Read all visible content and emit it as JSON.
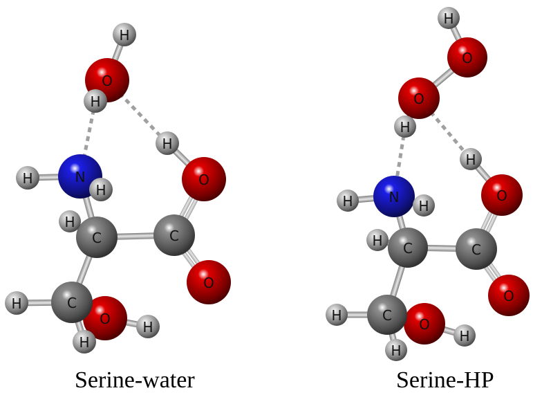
{
  "colors": {
    "carbon": "#8e8e8e",
    "oxygen": "#e00000",
    "nitrogen": "#1d1ee6",
    "hydrogen": "#d8d8d8",
    "bond": "#a9a9a9",
    "hbond": "#a0a0a0"
  },
  "molecules": [
    {
      "name": "Serine-water",
      "atoms": [
        {
          "id": "Ow",
          "el": "O",
          "label": "O"
        },
        {
          "id": "Hw1",
          "el": "H",
          "label": "H"
        },
        {
          "id": "Hw2",
          "el": "H",
          "label": "H"
        },
        {
          "id": "N",
          "el": "N",
          "label": "N"
        },
        {
          "id": "Hn1",
          "el": "H",
          "label": "H"
        },
        {
          "id": "Hn2",
          "el": "H",
          "label": "H"
        },
        {
          "id": "Ca",
          "el": "C",
          "label": "C"
        },
        {
          "id": "Ha",
          "el": "H",
          "label": "H"
        },
        {
          "id": "Cc",
          "el": "C",
          "label": "C"
        },
        {
          "id": "O1",
          "el": "O",
          "label": "O"
        },
        {
          "id": "Hc",
          "el": "H",
          "label": "H"
        },
        {
          "id": "O2",
          "el": "O",
          "label": "O"
        },
        {
          "id": "Cb",
          "el": "C",
          "label": "C"
        },
        {
          "id": "Hb1",
          "el": "H",
          "label": "H"
        },
        {
          "id": "Hb2",
          "el": "H",
          "label": "H"
        },
        {
          "id": "Os",
          "el": "O",
          "label": "O"
        },
        {
          "id": "Hs",
          "el": "H",
          "label": "H"
        }
      ],
      "bonds": [
        [
          "Ow",
          "Hw1"
        ],
        [
          "Ow",
          "Hw2"
        ],
        [
          "N",
          "Hn1"
        ],
        [
          "N",
          "Hn2"
        ],
        [
          "N",
          "Ca"
        ],
        [
          "Ca",
          "Ha"
        ],
        [
          "Ca",
          "Cc"
        ],
        [
          "Ca",
          "Cb"
        ],
        [
          "Cc",
          "O1"
        ],
        [
          "Cc",
          "O2"
        ],
        [
          "O1",
          "Hc"
        ],
        [
          "Cb",
          "Hb1"
        ],
        [
          "Cb",
          "Hb2"
        ],
        [
          "Cb",
          "Os"
        ],
        [
          "Os",
          "Hs"
        ]
      ],
      "double_bonds": [
        [
          "Cc",
          "O1"
        ],
        [
          "Cc",
          "O2"
        ]
      ],
      "hbonds": [
        [
          "Hw2",
          "N"
        ],
        [
          "Ow",
          "Hc"
        ]
      ]
    },
    {
      "name": "Serine-HP",
      "atoms": [
        {
          "id": "Hp1",
          "el": "H",
          "label": "H"
        },
        {
          "id": "Op1",
          "el": "O",
          "label": "O"
        },
        {
          "id": "Op2",
          "el": "O",
          "label": "O"
        },
        {
          "id": "Hp2",
          "el": "H",
          "label": "H"
        },
        {
          "id": "N",
          "el": "N",
          "label": "N"
        },
        {
          "id": "Hn1",
          "el": "H",
          "label": "H"
        },
        {
          "id": "Hn2",
          "el": "H",
          "label": "H"
        },
        {
          "id": "Ca",
          "el": "C",
          "label": "C"
        },
        {
          "id": "Ha",
          "el": "H",
          "label": "H"
        },
        {
          "id": "Cc",
          "el": "C",
          "label": "C"
        },
        {
          "id": "O1",
          "el": "O",
          "label": "O"
        },
        {
          "id": "Hc",
          "el": "H",
          "label": "H"
        },
        {
          "id": "O2",
          "el": "O",
          "label": "O"
        },
        {
          "id": "Cb",
          "el": "C",
          "label": "C"
        },
        {
          "id": "Hb1",
          "el": "H",
          "label": "H"
        },
        {
          "id": "Hb2",
          "el": "H",
          "label": "H"
        },
        {
          "id": "Os",
          "el": "O",
          "label": "O"
        },
        {
          "id": "Hs",
          "el": "H",
          "label": "H"
        }
      ],
      "bonds": [
        [
          "Hp1",
          "Op1"
        ],
        [
          "Op1",
          "Op2"
        ],
        [
          "Op2",
          "Hp2"
        ],
        [
          "N",
          "Hn1"
        ],
        [
          "N",
          "Hn2"
        ],
        [
          "N",
          "Ca"
        ],
        [
          "Ca",
          "Ha"
        ],
        [
          "Ca",
          "Cc"
        ],
        [
          "Ca",
          "Cb"
        ],
        [
          "Cc",
          "O1"
        ],
        [
          "Cc",
          "O2"
        ],
        [
          "O1",
          "Hc"
        ],
        [
          "Cb",
          "Hb1"
        ],
        [
          "Cb",
          "Hb2"
        ],
        [
          "Cb",
          "Os"
        ],
        [
          "Os",
          "Hs"
        ]
      ],
      "double_bonds": [
        [
          "Cc",
          "O1"
        ],
        [
          "Cc",
          "O2"
        ]
      ],
      "hbonds": [
        [
          "Hp2",
          "N"
        ],
        [
          "Op2",
          "Hc"
        ]
      ]
    }
  ]
}
